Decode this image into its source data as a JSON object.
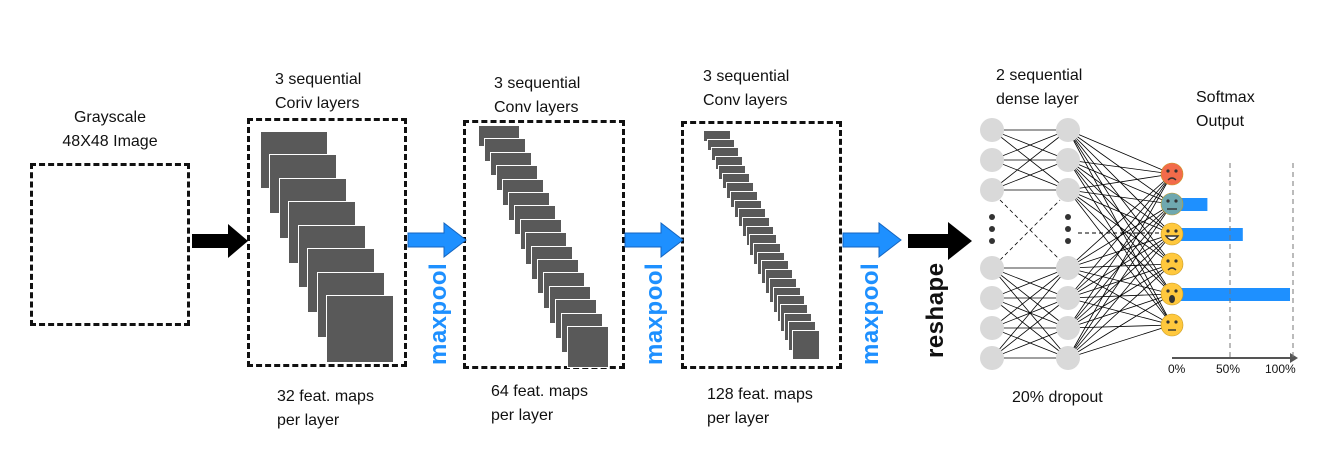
{
  "input": {
    "title": "Grayscale",
    "subtitle": "48X48 Image"
  },
  "conv_blocks": [
    {
      "title": "3 sequential",
      "subtitle": "Coriv layers",
      "caption_line1": "32 feat. maps",
      "caption_line2": "per layer",
      "maps": 8
    },
    {
      "title": "3 sequential",
      "subtitle": "Conv layers",
      "caption_line1": "64 feat. maps",
      "caption_line2": "per layer",
      "maps": 16
    },
    {
      "title": "3 sequential",
      "subtitle": "Conv layers",
      "caption_line1": "128 feat. maps",
      "caption_line2": "per layer",
      "maps": 24
    }
  ],
  "ops": {
    "maxpool": "maxpool",
    "reshape": "reshape"
  },
  "dense": {
    "title": "2 sequential",
    "subtitle": "dense layer",
    "caption": "20% dropout"
  },
  "softmax": {
    "title": "Softmax",
    "subtitle": "Output",
    "ticks": [
      "0%",
      "50%",
      "100%"
    ],
    "values": [
      0.04,
      0.3,
      0.6,
      0.04,
      1.0,
      0.04
    ],
    "emotions": [
      "angry-face-icon",
      "disgust-face-icon",
      "happy-face-icon",
      "sad-face-icon",
      "surprise-face-icon",
      "neutral-face-icon"
    ]
  },
  "colors": {
    "accent": "#1E90FF",
    "map_gray": "#595959",
    "node_gray": "#d9d9d9",
    "emoji": "#FFC83D",
    "angry": "#F26B4A",
    "disgust": "#6FA8AF"
  }
}
